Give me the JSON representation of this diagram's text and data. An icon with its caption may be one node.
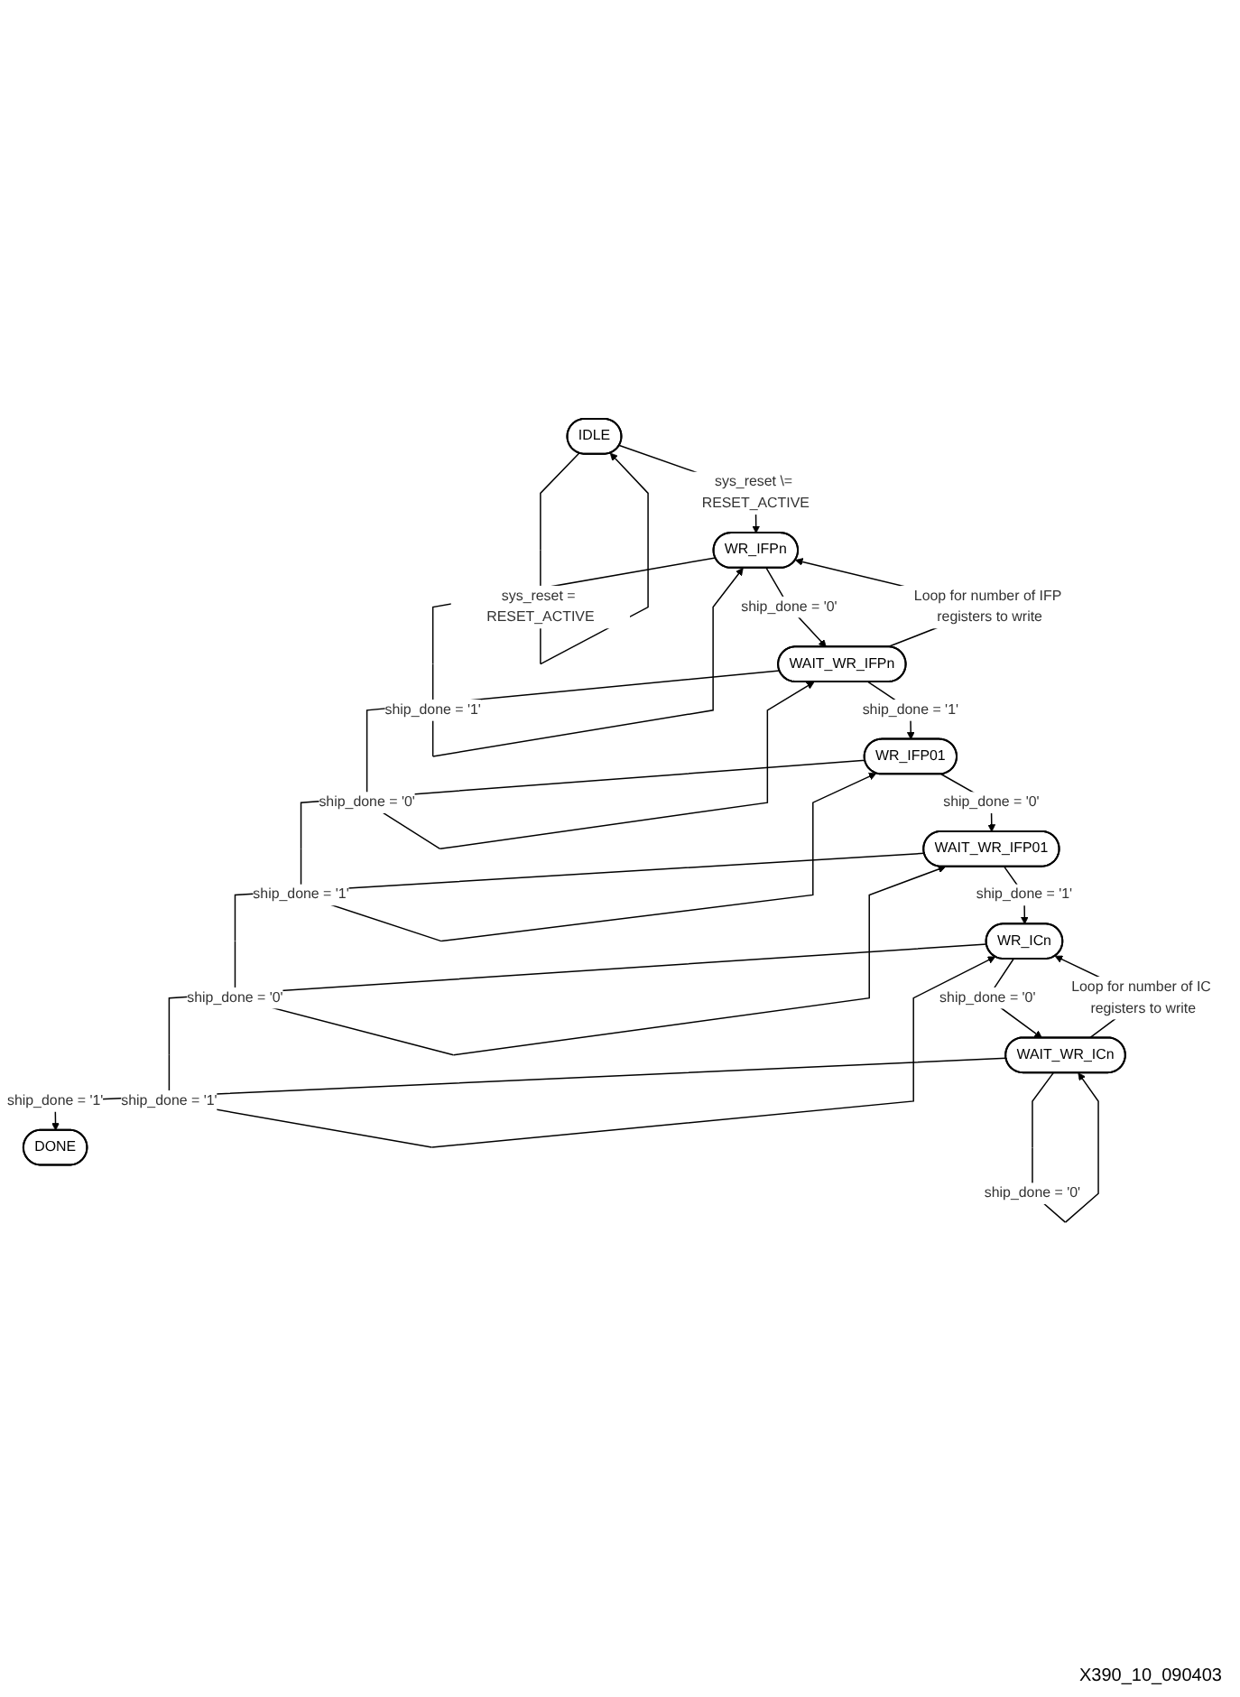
{
  "diagram": {
    "nodes": [
      {
        "text": [
          "IDLE"
        ]
      },
      {
        "text": [
          "WR_IFPn"
        ]
      },
      {
        "text": [
          "WAIT_WR_IFPn"
        ]
      },
      {
        "text": [
          "WR_IFP01"
        ]
      },
      {
        "text": [
          "WAIT_WR_IFP01"
        ]
      },
      {
        "text": [
          "WR_ICn"
        ]
      },
      {
        "text": [
          "WAIT_WR_ICn"
        ]
      },
      {
        "text": [
          "DONE"
        ]
      }
    ],
    "edges": [
      {
        "from": 0,
        "to": 0,
        "arrow": "to",
        "label": "sys_reset = RESET_ACTIVE"
      },
      {
        "from": 0,
        "to": 1,
        "arrow": "to",
        "label": "sys_reset \\= RESET_ACTIVE"
      },
      {
        "from": 1,
        "to": 1,
        "arrow": "to",
        "label": "ship_done = '1'"
      },
      {
        "from": 1,
        "to": 2,
        "arrow": "to",
        "label": "ship_done = '0'"
      },
      {
        "from": 2,
        "to": 2,
        "arrow": "to",
        "label": "ship_done = '0'"
      },
      {
        "from": 2,
        "to": 3,
        "arrow": "to",
        "label": "ship_done = '1'"
      },
      {
        "from": 2,
        "to": 1,
        "arrow": "to",
        "label": "Loop for number of IFP registers to write"
      },
      {
        "from": 3,
        "to": 3,
        "arrow": "to",
        "label": "ship_done = '1'"
      },
      {
        "from": 3,
        "to": 4,
        "arrow": "to",
        "label": "ship_done = '0'"
      },
      {
        "from": 4,
        "to": 4,
        "arrow": "to",
        "label": "ship_done = '0'"
      },
      {
        "from": 4,
        "to": 5,
        "arrow": "to",
        "label": "ship_done = '1'"
      },
      {
        "from": 5,
        "to": 5,
        "arrow": "to",
        "label": "ship_done = '1'"
      },
      {
        "from": 5,
        "to": 6,
        "arrow": "to",
        "label": "ship_done = '0'"
      },
      {
        "from": 6,
        "to": 6,
        "arrow": "to",
        "label": "ship_done = '0'"
      },
      {
        "from": 6,
        "to": 7,
        "arrow": "to",
        "label": "ship_done = '1'"
      },
      {
        "from": 6,
        "to": 5,
        "arrow": "to",
        "label": "Loop for number of IC registers to write"
      }
    ],
    "labels": [
      "X390_10_090403"
    ]
  }
}
